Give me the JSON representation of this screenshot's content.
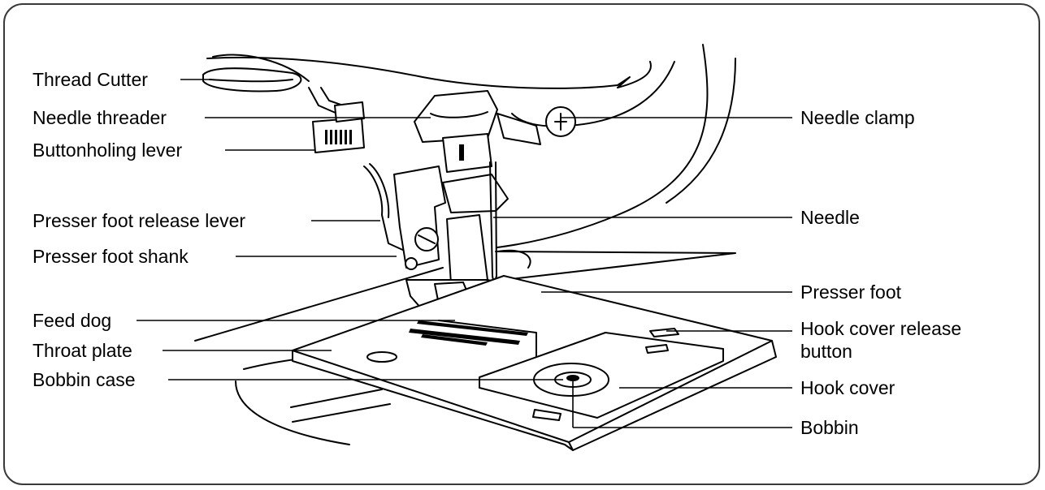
{
  "labels_left": {
    "thread_cutter": "Thread Cutter",
    "needle_threader": "Needle threader",
    "buttonholing_lever": "Buttonholing lever",
    "presser_foot_release_lever": "Presser foot release lever",
    "presser_foot_shank": "Presser foot shank",
    "feed_dog": "Feed dog",
    "throat_plate": "Throat plate",
    "bobbin_case": "Bobbin case"
  },
  "labels_right": {
    "needle_clamp": "Needle clamp",
    "needle": "Needle",
    "presser_foot": "Presser foot",
    "hook_cover_release_button_line1": "Hook cover release",
    "hook_cover_release_button_line2": "button",
    "hook_cover": "Hook cover",
    "bobbin": "Bobbin"
  }
}
